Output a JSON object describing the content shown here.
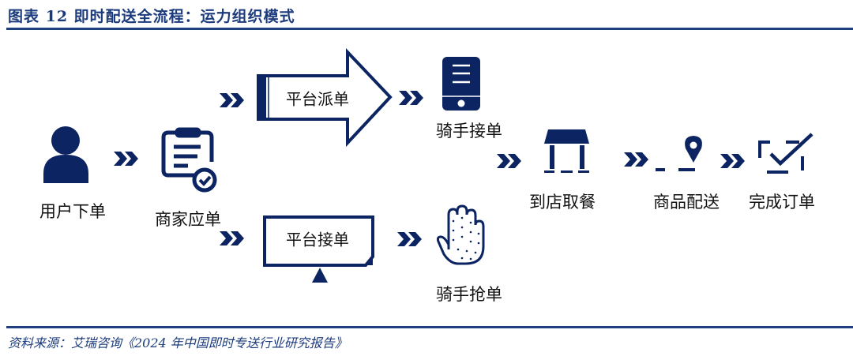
{
  "title": "图表 12 即时配送全流程：运力组织模式",
  "source": "资料来源：艾瑞咨询《2024 年中国即时专送行业研究报告》",
  "colors": {
    "navy": "#0c2461",
    "title": "#1c3b7c"
  },
  "steps": {
    "user_order": "用户下单",
    "merchant_accept": "商家应单",
    "platform_dispatch": "平台派单",
    "rider_accept": "骑手接单",
    "platform_accept": "平台接单",
    "rider_grab": "骑手抢单",
    "store_pickup": "到店取餐",
    "delivery": "商品配送",
    "complete": "完成订单"
  },
  "icons": [
    "user-icon",
    "clipboard-check-icon",
    "phone-icon",
    "hand-icon",
    "store-icon",
    "location-pin-icon",
    "check-frame-icon",
    "double-chevron-icon"
  ]
}
